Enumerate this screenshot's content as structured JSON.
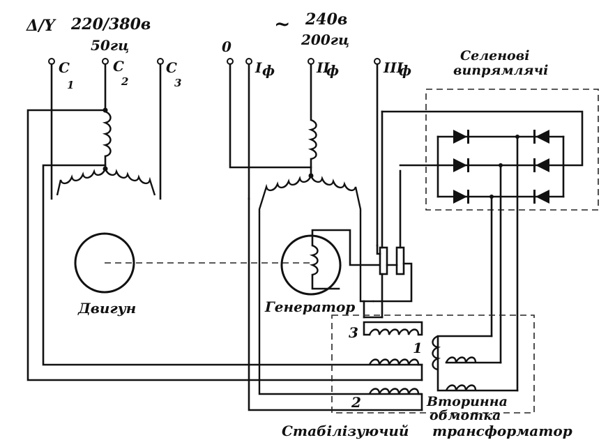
{
  "supply_left": {
    "connection_symbol": "Δ/Y",
    "voltage": "220/380в",
    "frequency": "50гц",
    "terminals": [
      {
        "letter": "C",
        "index": "1"
      },
      {
        "letter": "C",
        "index": "2"
      },
      {
        "letter": "C",
        "index": "3"
      }
    ]
  },
  "supply_right": {
    "ac_symbol": "~",
    "voltage": "240в",
    "frequency": "200гц",
    "neutral": "0",
    "phases": [
      {
        "numeral": "I",
        "sub": "ф"
      },
      {
        "numeral": "II",
        "sub": "ф"
      },
      {
        "numeral": "III",
        "sub": "ф"
      }
    ]
  },
  "rectifier": {
    "title_line1": "Селенові",
    "title_line2": "випрямлячі"
  },
  "motor": {
    "label": "Двигун"
  },
  "generator": {
    "label": "Генератор"
  },
  "winding_numbers": [
    "3",
    "1",
    "2"
  ],
  "secondary_winding": {
    "line1": "Вторинна",
    "line2": "обмотка"
  },
  "transformer": {
    "left_word": "Стабілізуючий",
    "right_word": "трансформатор"
  }
}
